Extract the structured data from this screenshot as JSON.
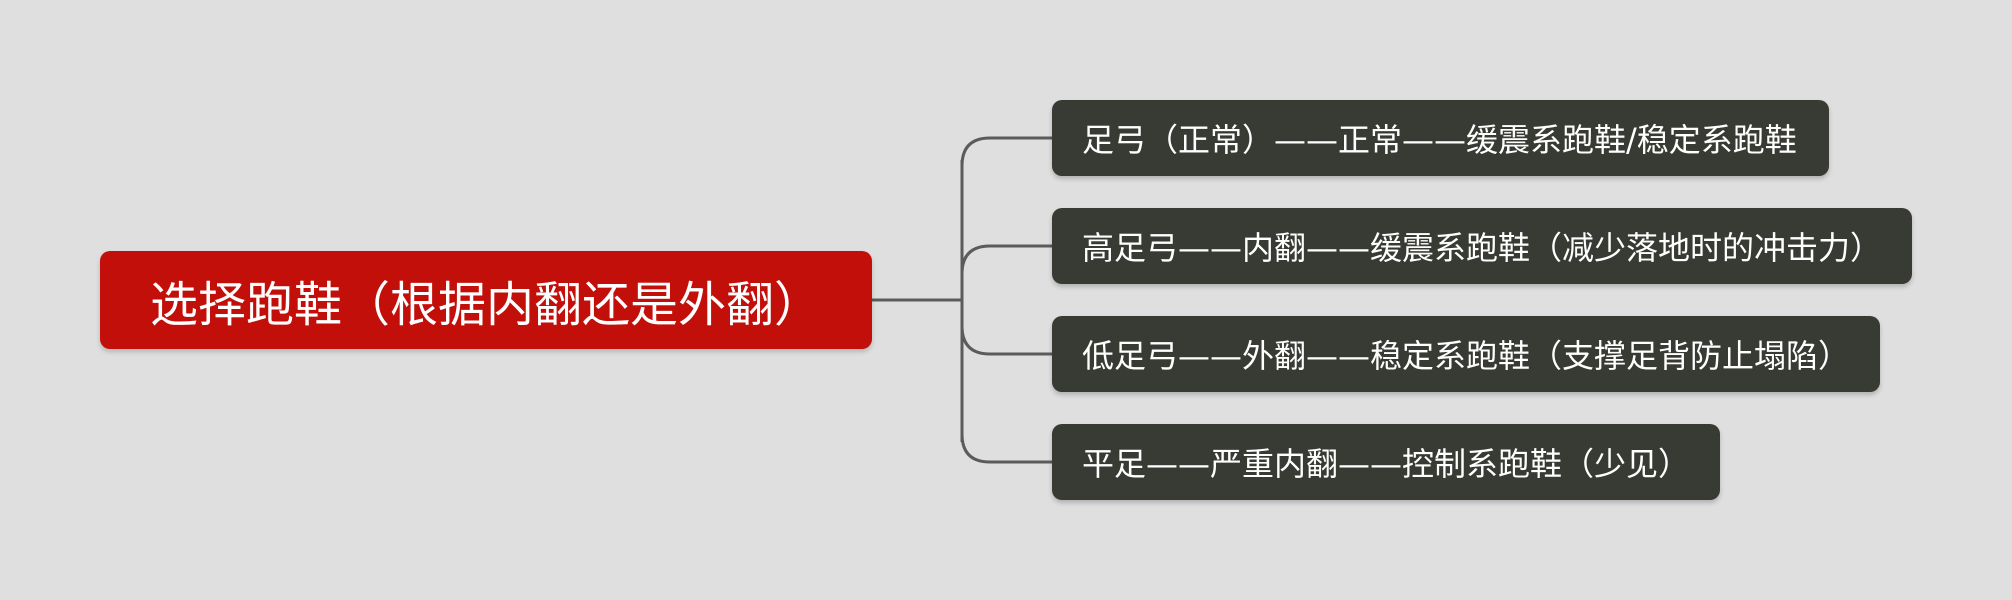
{
  "mindmap": {
    "root": {
      "label": "选择跑鞋（根据内翻还是外翻）"
    },
    "branches": [
      {
        "label": "足弓（正常）——正常——缓震系跑鞋/稳定系跑鞋"
      },
      {
        "label": "高足弓——内翻——缓震系跑鞋（减少落地时的冲击力）"
      },
      {
        "label": "低足弓——外翻——稳定系跑鞋（支撑足背防止塌陷）"
      },
      {
        "label": "平足——严重内翻——控制系跑鞋（少见）"
      }
    ]
  },
  "colors": {
    "background": "#dfdfdf",
    "root_fill": "#c20f0a",
    "branch_fill": "#383a34",
    "connector": "#5b5b5b",
    "text": "#ffffff"
  }
}
